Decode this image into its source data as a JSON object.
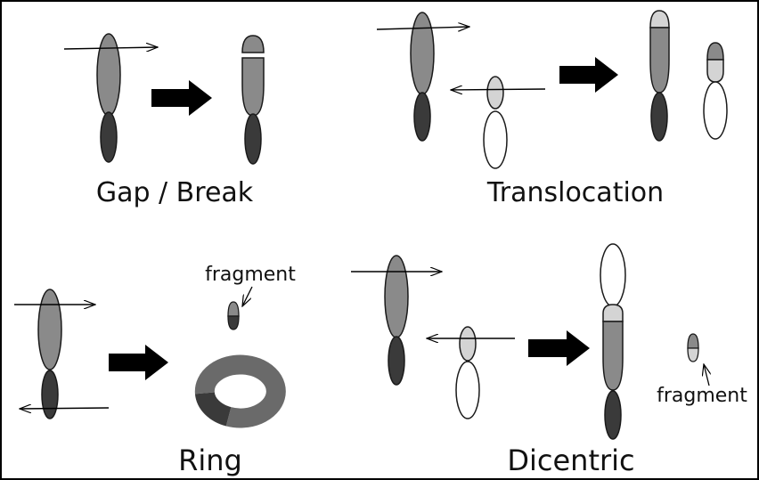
{
  "diagram": {
    "panels": [
      {
        "id": "gap-break",
        "label": "Gap / Break"
      },
      {
        "id": "translocation",
        "label": "Translocation"
      },
      {
        "id": "ring",
        "label": "Ring",
        "fragment_label": "fragment"
      },
      {
        "id": "dicentric",
        "label": "Dicentric",
        "fragment_label": "fragment"
      }
    ],
    "colors": {
      "arm_dark": "#3a3a3a",
      "arm_mid": "#8a8a8a",
      "arm_light": "#d4d4d4",
      "arm_white": "#ffffff",
      "outline": "#1a1a1a",
      "arrow": "#000000",
      "frame": "#000000"
    }
  }
}
